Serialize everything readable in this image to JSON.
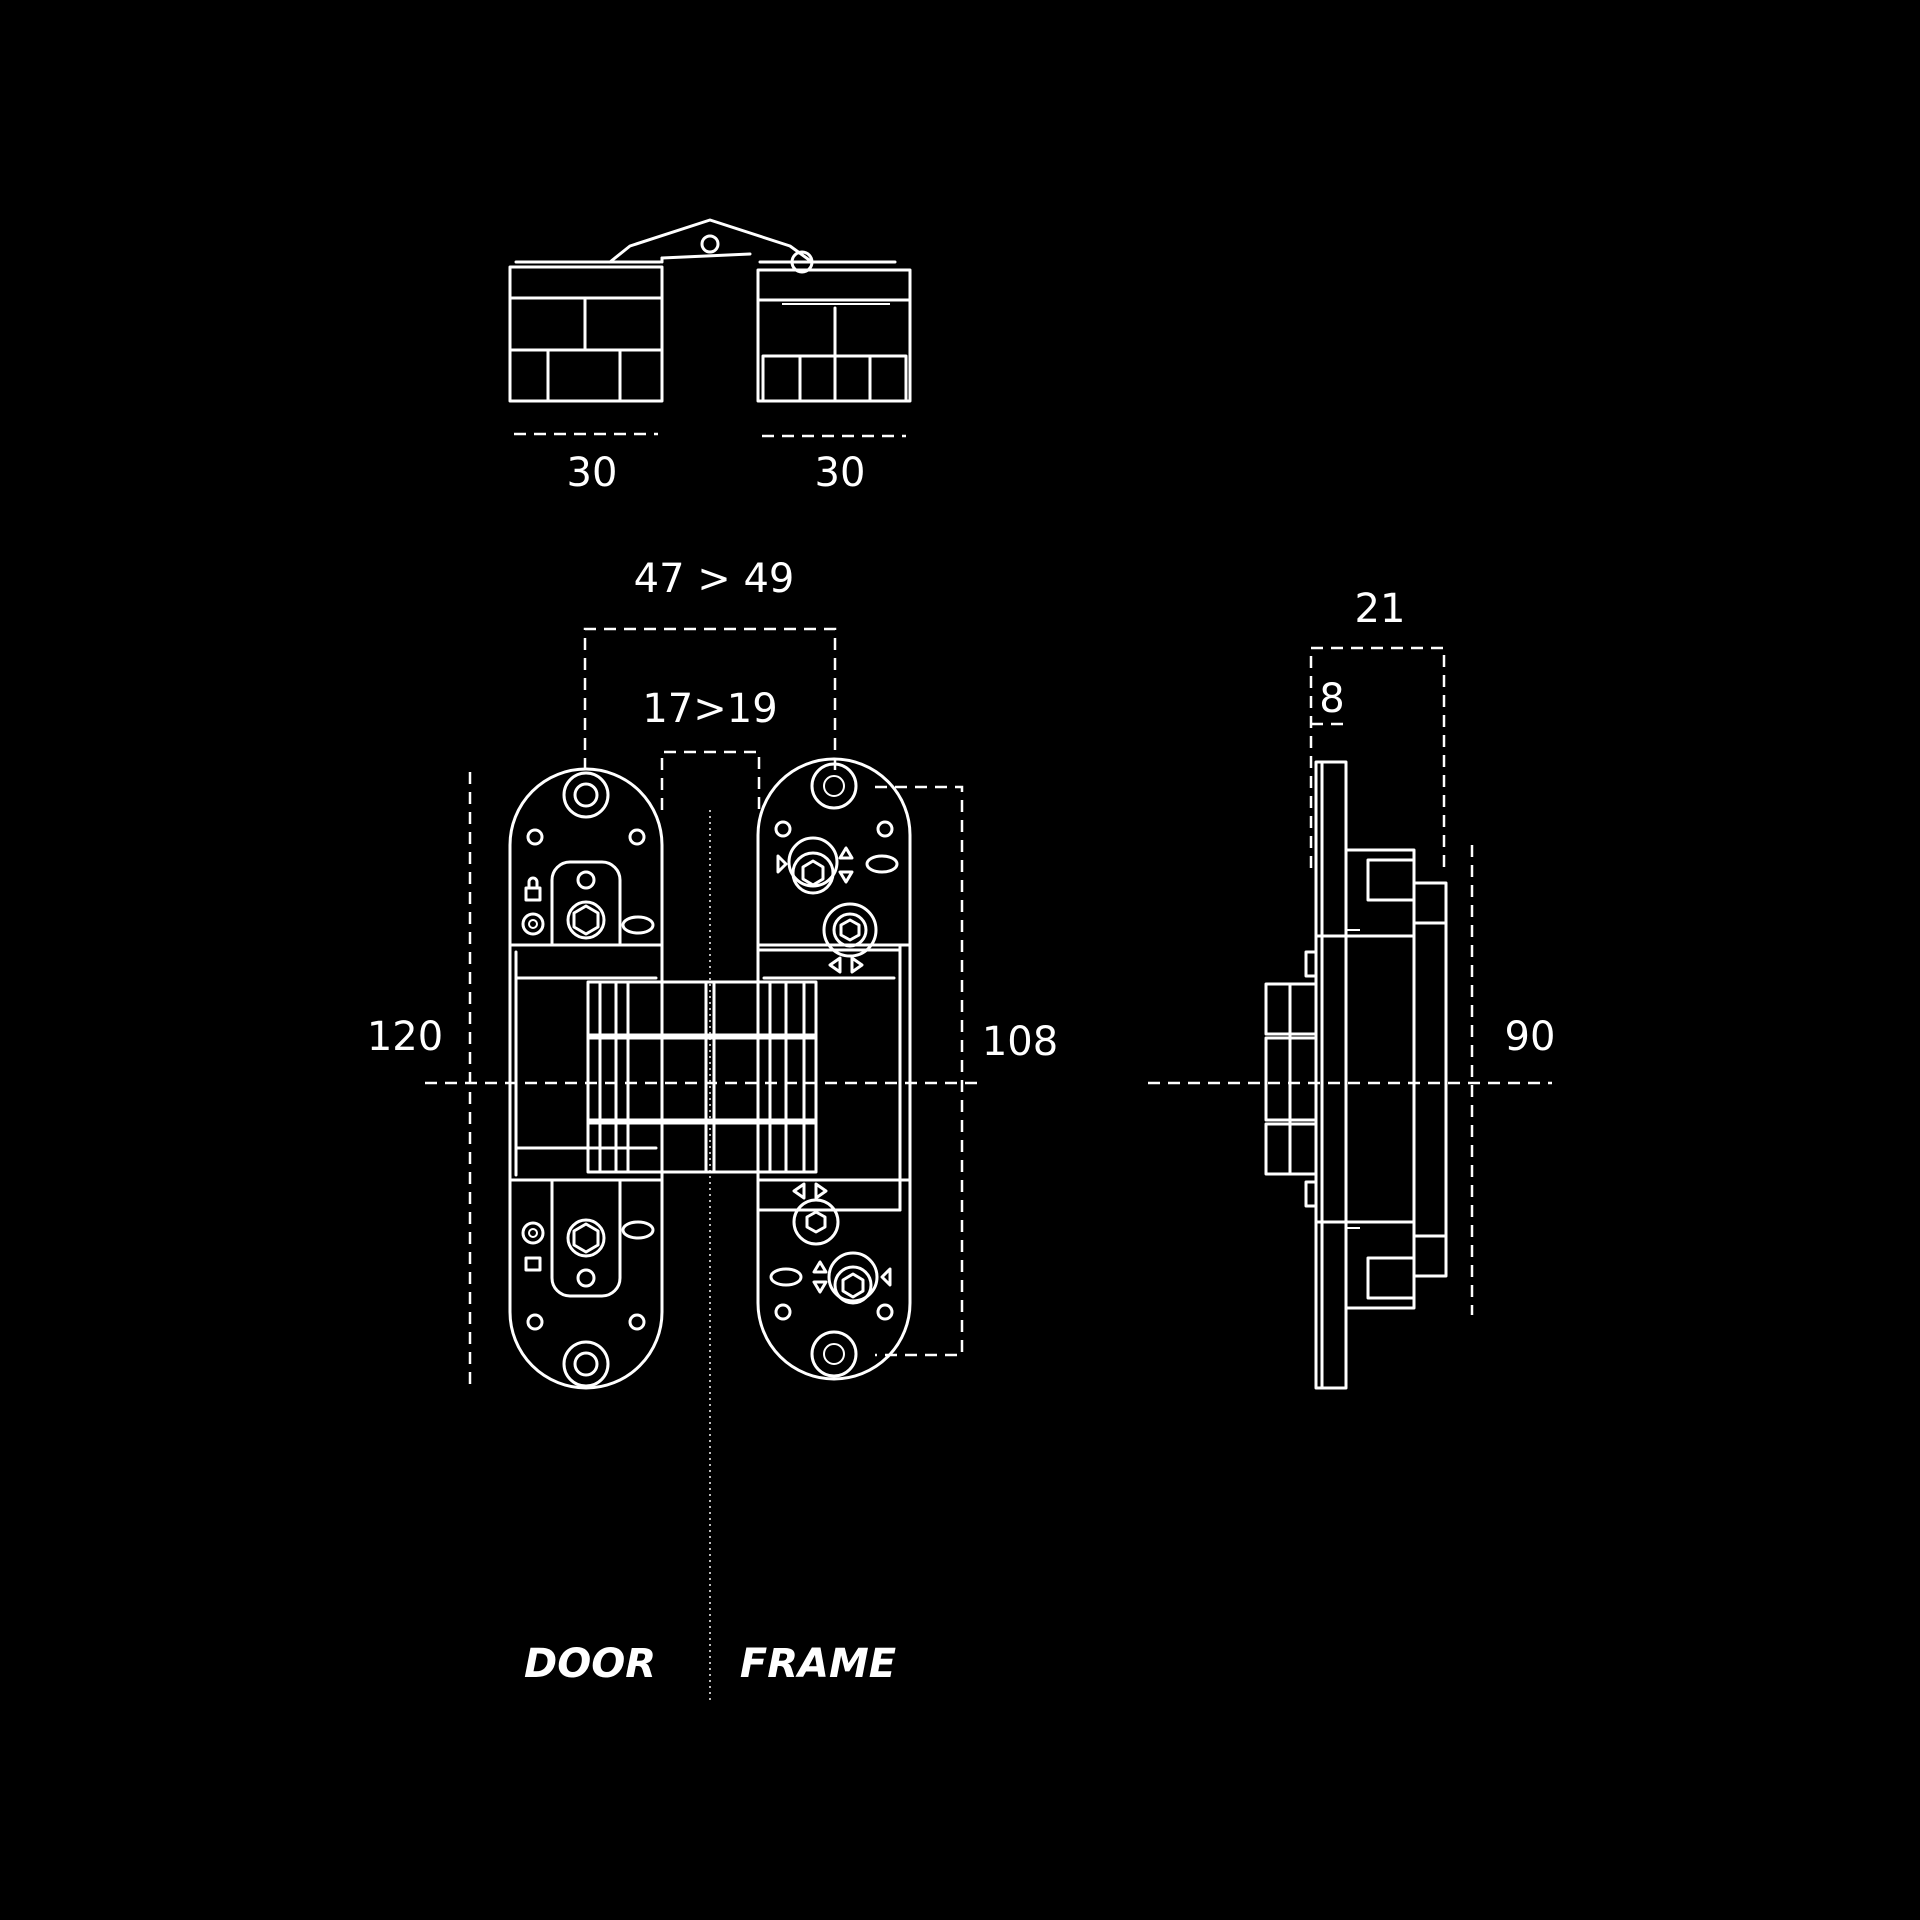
{
  "dimensions": {
    "top_left_width": "30",
    "top_right_width": "30",
    "overall_width": "47 > 49",
    "gap_width": "17>19",
    "height_overall": "120",
    "height_frame": "108",
    "side_depth": "21",
    "side_offset": "8",
    "side_height": "90"
  },
  "labels": {
    "door": "DOOR",
    "frame": "FRAME"
  },
  "colors": {
    "background": "#000000",
    "line": "#ffffff"
  }
}
